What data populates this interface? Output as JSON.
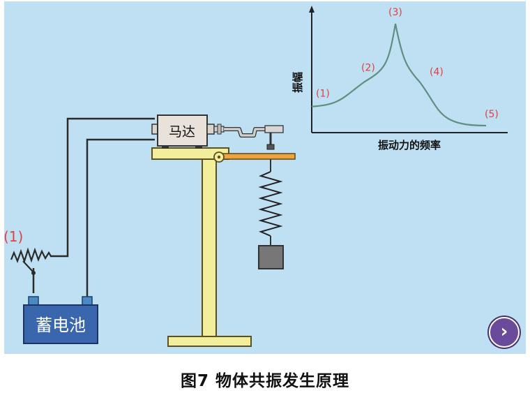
{
  "diagram": {
    "motor_label": "马达",
    "battery_label": "蓄电池",
    "resistor_marker": "(1)",
    "panel_color": "#bfe0f2",
    "stand_color": "#f3ee9c",
    "arm_color": "#e9a53f",
    "weight_color": "#777777"
  },
  "chart": {
    "y_axis_label": "振幅",
    "x_axis_label": "振动力的频率",
    "curve_color": "#5f8f7f",
    "marker_color": "#e04040",
    "points": [
      {
        "label": "(1)",
        "frequency": 0.0,
        "amplitude": 0.22
      },
      {
        "label": "(2)",
        "frequency": 0.3,
        "amplitude": 0.45
      },
      {
        "label": "(3)",
        "frequency": 0.48,
        "amplitude": 1.0
      },
      {
        "label": "(4)",
        "frequency": 0.62,
        "amplitude": 0.45
      },
      {
        "label": "(5)",
        "frequency": 1.0,
        "amplitude": 0.04
      }
    ]
  },
  "caption": "图7 物体共振发生原理",
  "nav": {
    "next_glyph": "›",
    "next_icon": "chevron-right-icon"
  }
}
